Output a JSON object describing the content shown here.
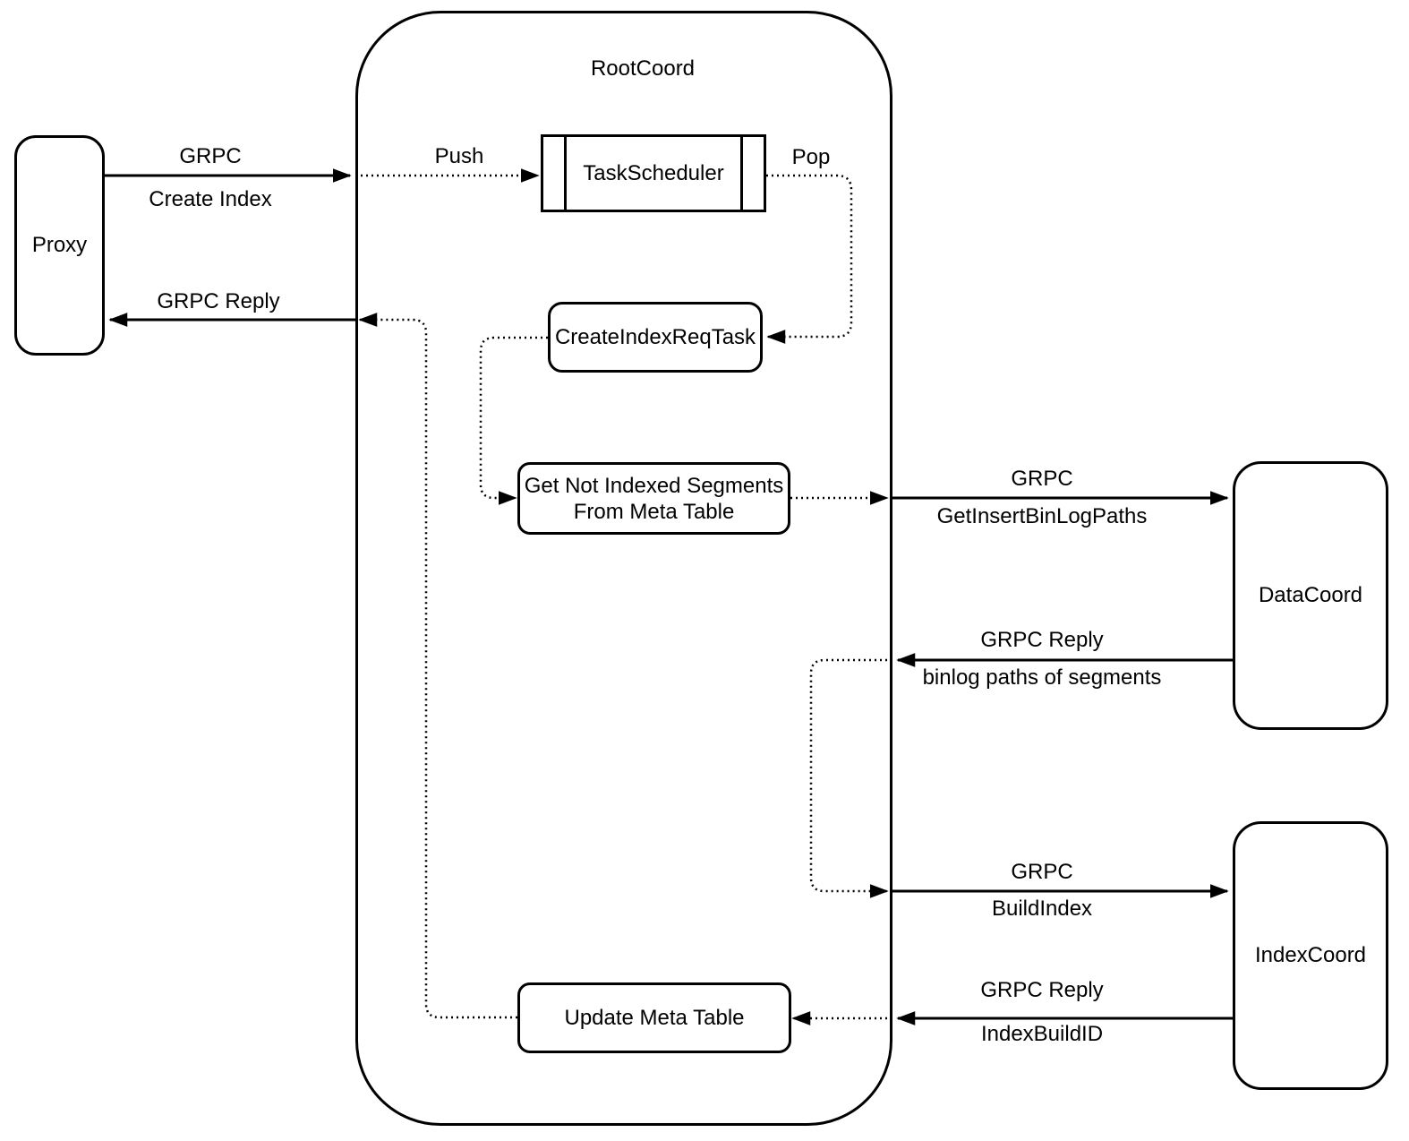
{
  "diagram": {
    "nodes": {
      "rootcoord": "RootCoord",
      "proxy": "Proxy",
      "task_scheduler": "TaskScheduler",
      "create_index_req_task": "CreateIndexReqTask",
      "get_not_indexed_line1": "Get Not Indexed Segments",
      "get_not_indexed_line2": "From Meta Table",
      "update_meta_table": "Update Meta Table",
      "data_coord": "DataCoord",
      "index_coord": "IndexCoord"
    },
    "edge_labels": {
      "grpc_create_index_top": "GRPC",
      "grpc_create_index_bottom": "Create Index",
      "push": "Push",
      "pop": "Pop",
      "grpc_reply_proxy": "GRPC Reply",
      "grpc_getinsert_top": "GRPC",
      "grpc_getinsert_bottom": "GetInsertBinLogPaths",
      "grpc_binlog_reply_top": "GRPC Reply",
      "grpc_binlog_reply_bottom": "binlog paths of segments",
      "grpc_buildindex_top": "GRPC",
      "grpc_buildindex_bottom": "BuildIndex",
      "grpc_buildid_reply_top": "GRPC Reply",
      "grpc_buildid_reply_bottom": "IndexBuildID"
    },
    "colors": {
      "stroke": "#000000",
      "background": "#ffffff",
      "text": "#000000"
    }
  }
}
